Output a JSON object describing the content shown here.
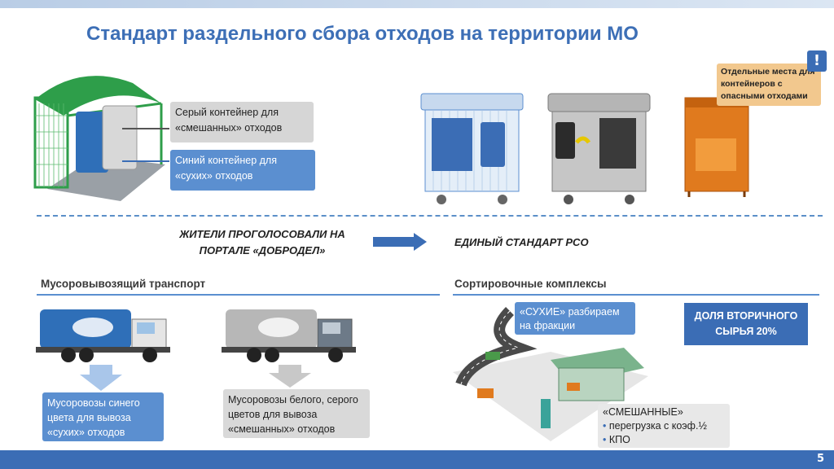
{
  "title": "Стандарт раздельного сбора отходов на территории МО",
  "callouts": {
    "grey_container": "Серый контейнер для «смешанных» отходов",
    "blue_container": "Синий контейнер для «сухих» отходов",
    "hazard": "Отдельные места для контейнеров с опасными отходами",
    "hazard_mark": "!"
  },
  "vote": {
    "left": "ЖИТЕЛИ ПРОГОЛОСОВАЛИ НА ПОРТАЛЕ «ДОБРОДЕЛ»",
    "right": "ЕДИНЫЙ СТАНДАРТ РСО"
  },
  "transport": {
    "heading": "Мусоровывозящий транспорт",
    "blue_trucks": "Мусоровозы синего цвета для вывоза «сухих» отходов",
    "grey_trucks": "Мусоровозы белого, серого цветов для вывоза «смешанных» отходов"
  },
  "sorting": {
    "heading": "Сортировочные комплексы",
    "dry": "«СУХИЕ» разбираем на фракции",
    "share": "ДОЛЯ ВТОРИЧНОГО СЫРЬЯ 20%",
    "mixed_title": "«СМЕШАННЫЕ»",
    "mixed_items": [
      "перегрузка с коэф.½",
      "КПО"
    ]
  },
  "page_number": "5",
  "colors": {
    "accent": "#3d6fb6",
    "blue": "#5b8fd0",
    "footer": "#3b6db5",
    "hazard": "#e87722"
  }
}
